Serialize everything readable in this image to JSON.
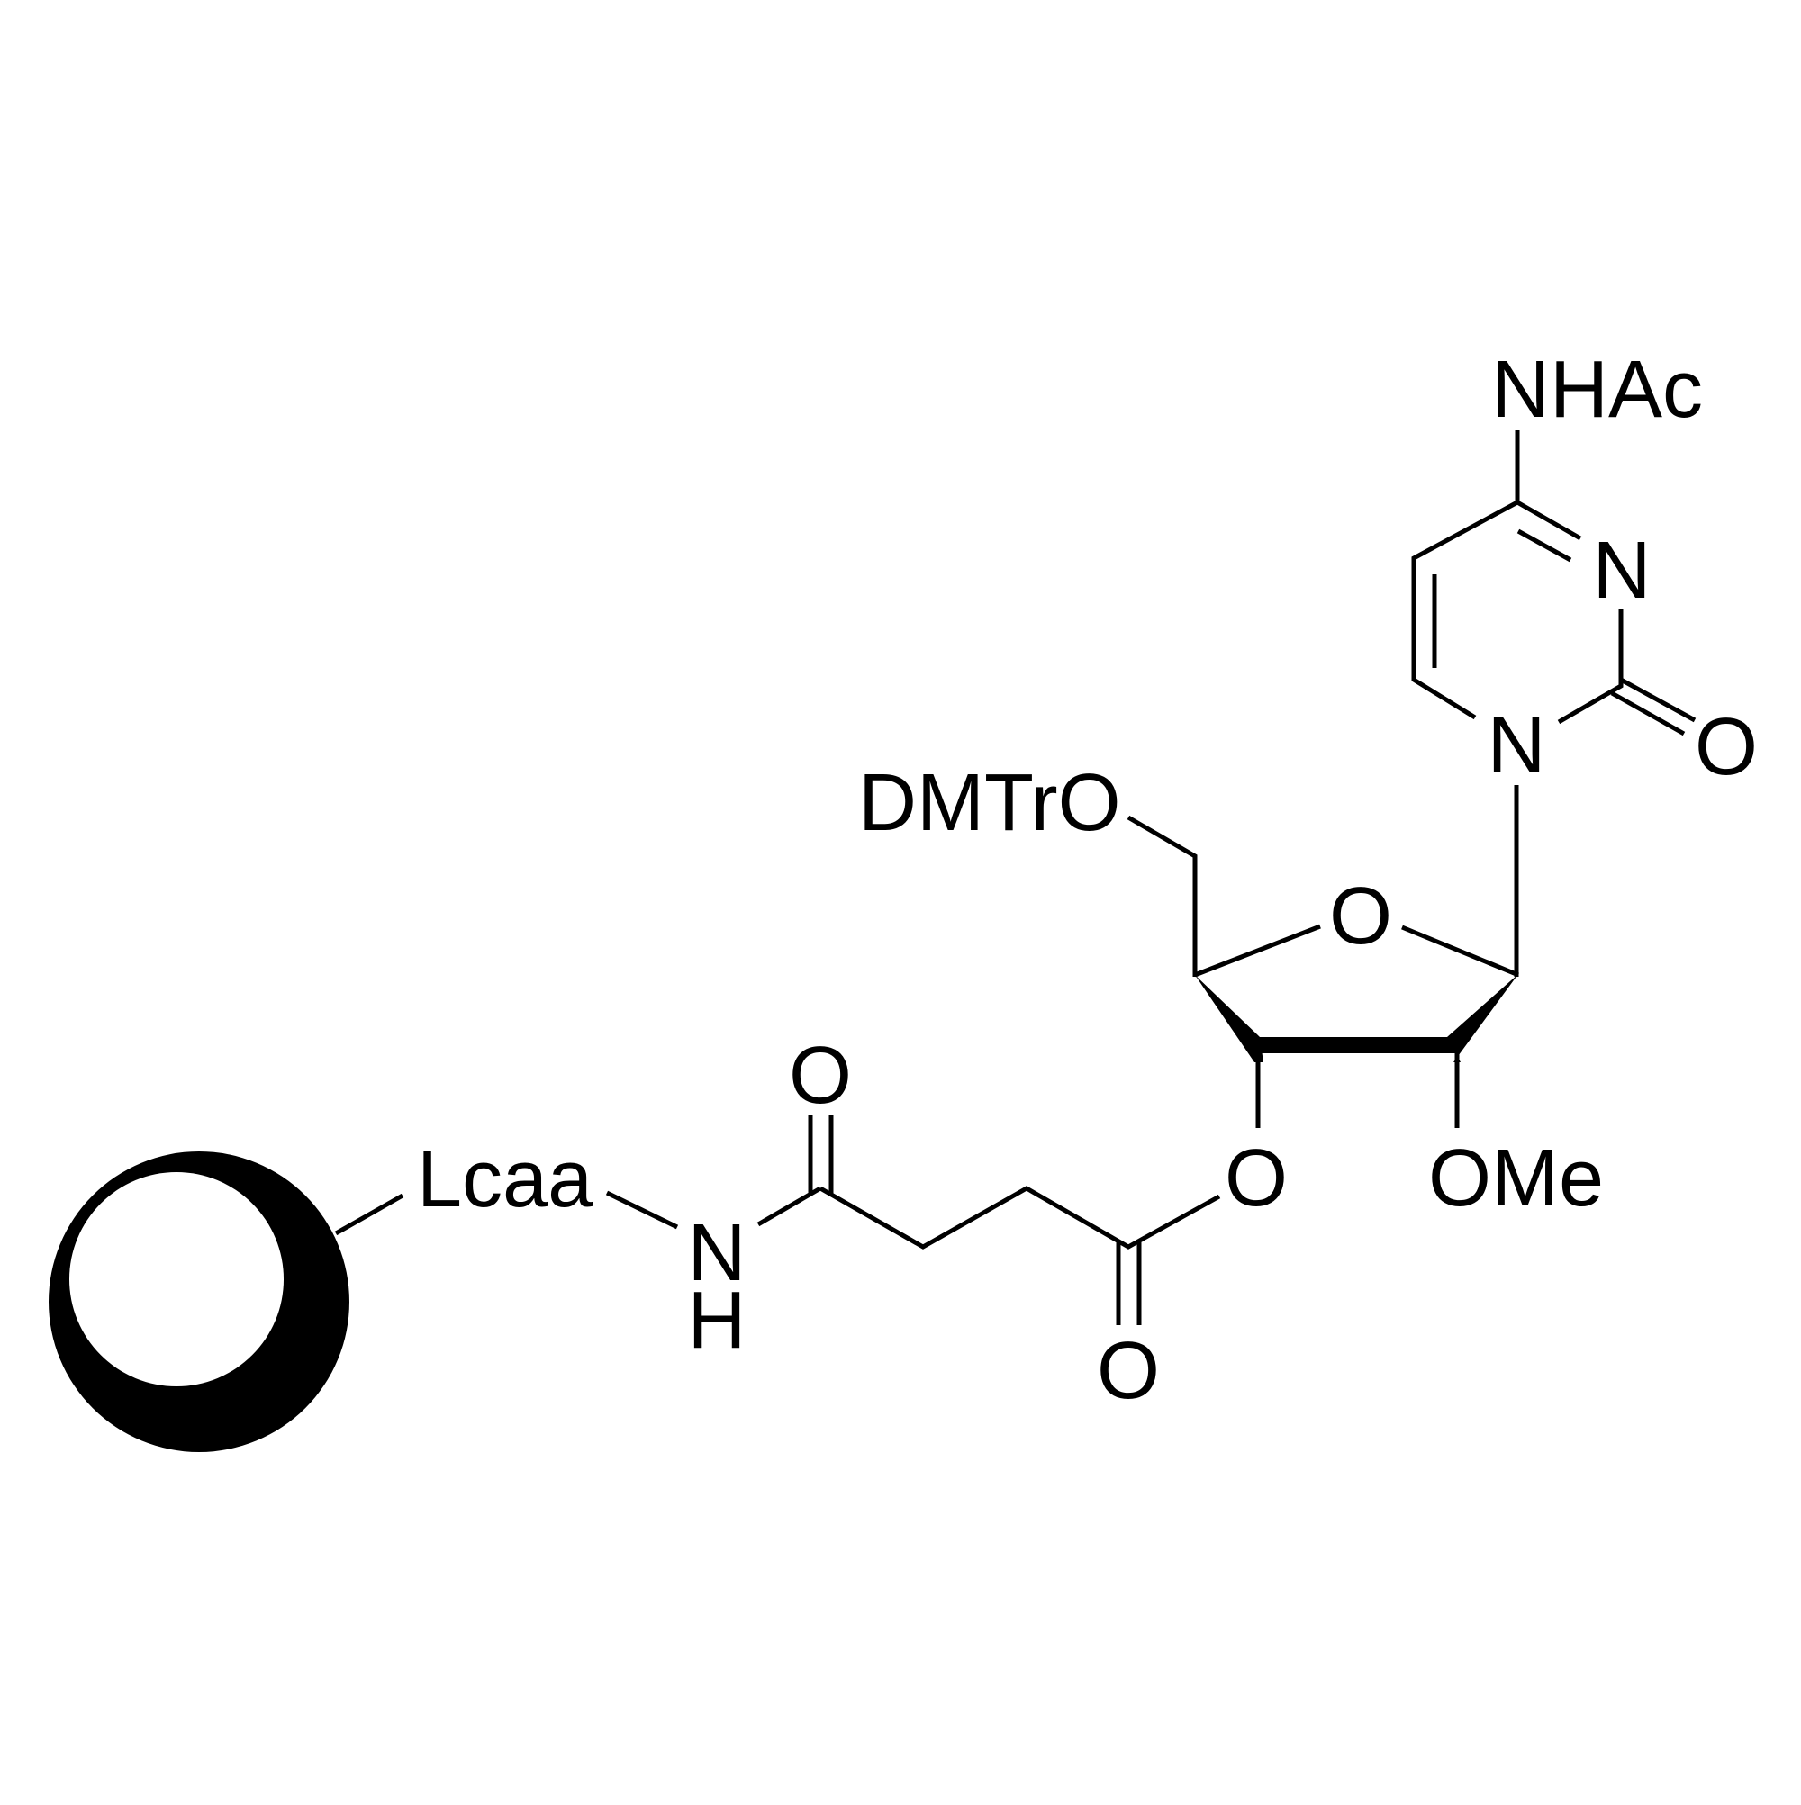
{
  "diagram": {
    "type": "chemical-structure",
    "description": "Solid-support-bound 5'-O-DMTr-2'-O-methyl-N4-acetylcytidine 3'-O-succinyl linked via Lcaa",
    "colors": {
      "ink": "#000000",
      "background": "#ffffff"
    },
    "labels": {
      "nhac": "NHAc",
      "n3": "N",
      "n1": "N",
      "c2_oxygen": "O",
      "dmtro": "DMTrO",
      "ring_oxygen": "O",
      "o3_prime": "O",
      "ome": "OMe",
      "amide_oxygen": "O",
      "ester_oxygen": "O",
      "amide_n": "N",
      "amide_h": "H",
      "lcaa": "Lcaa"
    },
    "support": {
      "name": "solid-support-bead"
    }
  }
}
